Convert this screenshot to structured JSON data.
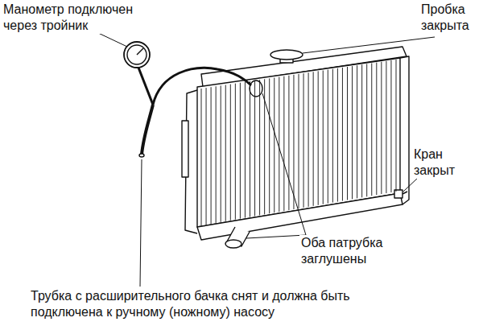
{
  "diagram": {
    "labels": [
      "Манометр подключен через тройник",
      "Пробка закрыта",
      "Кран закрыт",
      "Оба патрубка заглушены",
      "Трубка с расширительного бачка снят и должна быть подключена к ручному (ножному) насосу"
    ]
  }
}
